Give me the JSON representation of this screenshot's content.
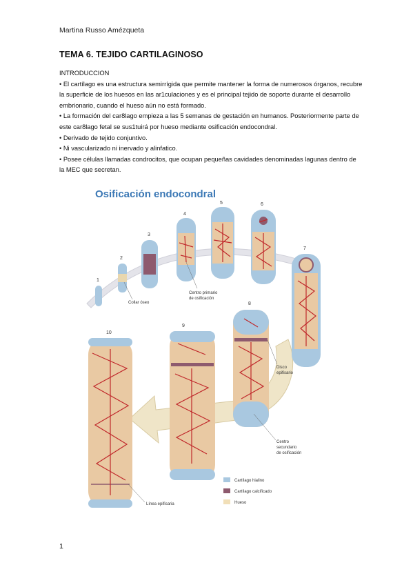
{
  "header": {
    "author": "Martina Russo Amézqueta"
  },
  "document": {
    "title": "TEMA 6. TEJIDO CARTILAGINOSO",
    "section_heading": "INTRODUCCION",
    "paragraphs": [
      "• El cartílago es una estructura semirrígida que permite mantener la forma de numerosos órganos, recubre la superficie de los huesos en las ar1culaciones y es el principal tejido de soporte durante el desarrollo embrionario, cuando el hueso aún no está formado.",
      "• La formación del car8lago empieza a las 5 semanas de gestación en humanos. Posteriormente parte de este car8lago fetal se sus1tuirá por hueso mediante osificación endocondral.",
      "• Derivado de tejido conjuntivo.",
      "• Ni vascularizado ni inervado y alinfatico.",
      "• Posee células llamadas condrocitos, que ocupan pequeñas cavidades denominadas lagunas dentro de la MEC que secretan."
    ]
  },
  "figure": {
    "title": "Osificación endocondral",
    "stage_numbers": [
      "1",
      "2",
      "3",
      "4",
      "5",
      "6",
      "7",
      "8",
      "9",
      "10"
    ],
    "labels": {
      "collar": "Collar óseo",
      "centro_primario_1": "Centro primario",
      "centro_primario_2": "de osificación",
      "disco_1": "Disco",
      "disco_2": "epifisario",
      "centro_sec_1": "Centro",
      "centro_sec_2": "secundario",
      "centro_sec_3": "de osificación",
      "linea": "Línea epifisaria"
    },
    "legend": [
      {
        "label": "Cartílago hialino",
        "color": "#a9c8e0"
      },
      {
        "label": "Cartílago calcificado",
        "color": "#8e5a6e"
      },
      {
        "label": "Hueso",
        "color": "#f1dfb8"
      }
    ],
    "colors": {
      "title": "#3b78b5",
      "vessel": "#c0282b",
      "arrow": "#efe5c8"
    }
  },
  "footer": {
    "page_number": "1"
  }
}
